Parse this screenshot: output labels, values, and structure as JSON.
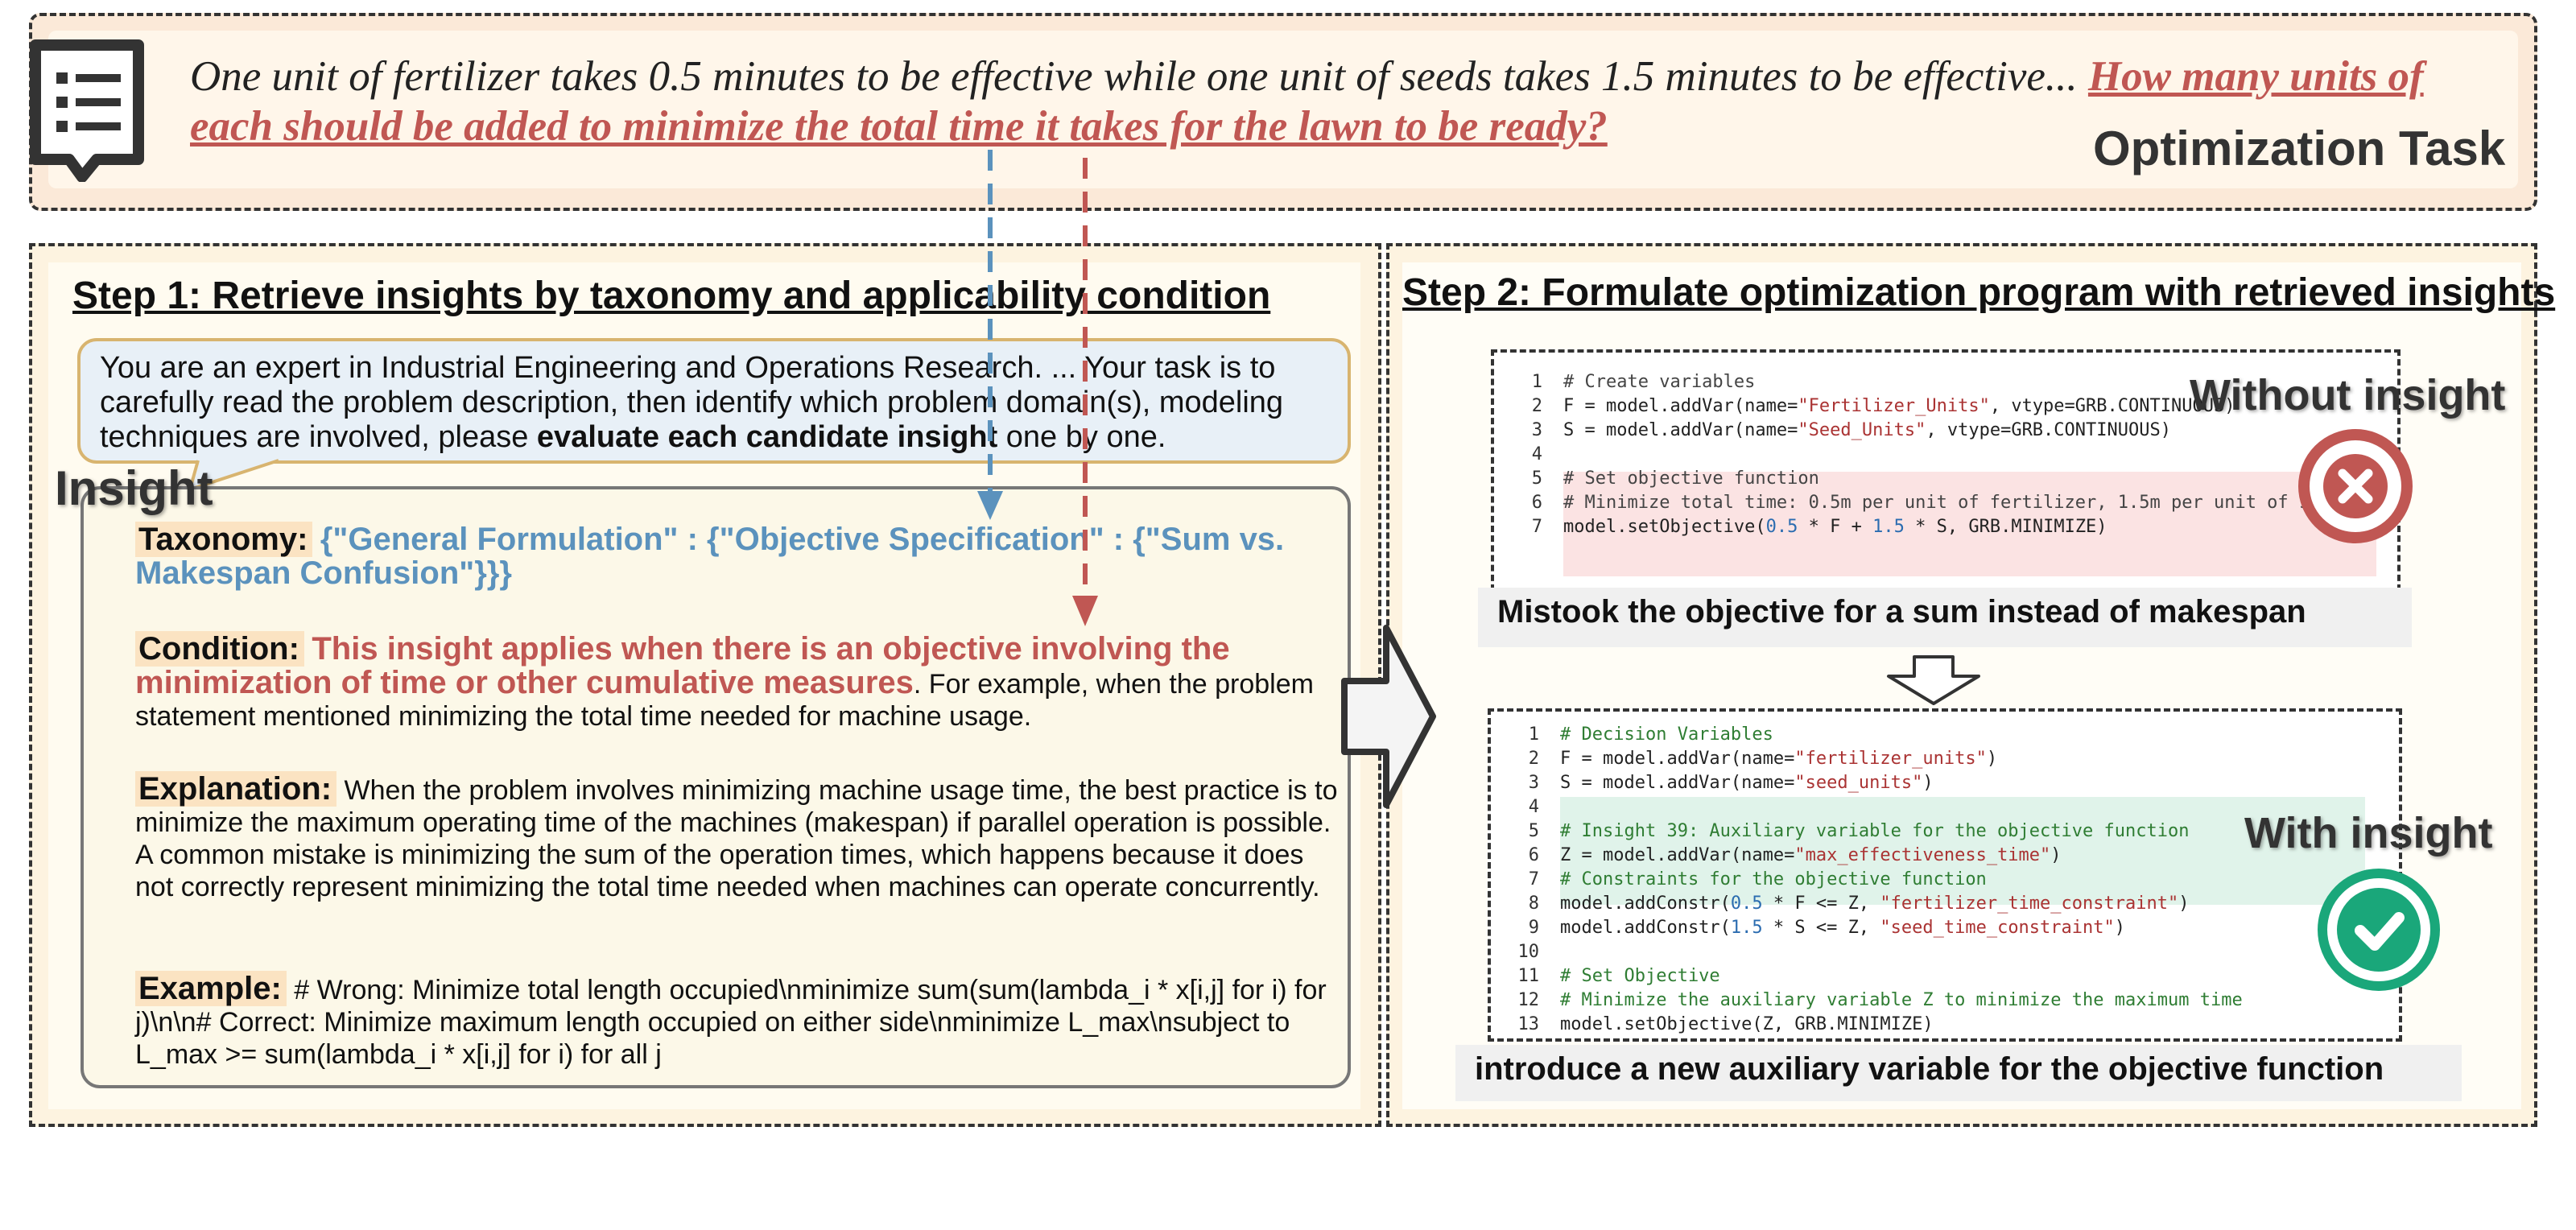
{
  "task": {
    "text": "One unit of fertilizer takes 0.5 minutes to be effective while one unit of seeds takes 1.5 minutes to be effective... ",
    "question": "How many units of each should be added to minimize the total time it takes for the lawn to be ready?",
    "title": "Optimization Task",
    "icon": "list-message-icon"
  },
  "step1": {
    "title": "Step 1: Retrieve insights by taxonomy and applicability condition",
    "prompt_pre": "You are an expert in Industrial Engineering and Operations Research. ... Your task is to carefully read the problem description, then identify which problem domain(s), modeling techniques are involved, please ",
    "prompt_bold": "evaluate each candidate insight",
    "prompt_post": " one by one.",
    "insight_label": "Insight",
    "taxonomy_key": "Taxonomy:",
    "taxonomy_value": "{\"General Formulation\" : {\"Objective Specification\" : {\"Sum vs. Makespan Confusion\"}}}",
    "condition_key": "Condition:",
    "condition_highlight": "This insight applies when there is an objective involving the minimization of time or other cumulative measures",
    "condition_rest": ". For example, when the problem statement mentioned minimizing the total time needed for machine usage.",
    "explanation_key": "Explanation:",
    "explanation_text": " When the problem involves minimizing machine usage time, the best practice is to minimize the maximum operating time of the machines (makespan) if parallel operation is possible. A common mistake is minimizing the sum of the operation times, which happens because it does not correctly represent minimizing the total time needed when machines can operate concurrently.",
    "example_key": "Example:",
    "example_text": " # Wrong: Minimize total length occupied\\nminimize sum(sum(lambda_i * x[i,j] for i) for j)\\n\\n# Correct: Minimize maximum length occupied on either side\\nminimize L_max\\nsubject to L_max >= sum(lambda_i * x[i,j] for i) for all j"
  },
  "step2": {
    "title": "Step 2: Formulate optimization program with retrieved insights",
    "without_label": "Without insight",
    "with_label": "With insight",
    "without_caption": "Mistook the objective for a sum instead of makespan",
    "with_caption": "introduce a new auxiliary variable for the objective function",
    "without_code": [
      {
        "n": "1",
        "t": "# Create variables"
      },
      {
        "n": "2",
        "t": "F = model.addVar(name=\"Fertilizer_Units\", vtype=GRB.CONTINUOUS)"
      },
      {
        "n": "3",
        "t": "S = model.addVar(name=\"Seed_Units\", vtype=GRB.CONTINUOUS)"
      },
      {
        "n": "4",
        "t": ""
      },
      {
        "n": "5",
        "t": "# Set objective function"
      },
      {
        "n": "6",
        "t": "# Minimize total time: 0.5m per unit of fertilizer, 1.5m per unit of see"
      },
      {
        "n": "7",
        "t": "model.setObjective(0.5 * F + 1.5 * S, GRB.MINIMIZE)"
      }
    ],
    "with_code": [
      {
        "n": "1",
        "t": "# Decision Variables"
      },
      {
        "n": "2",
        "t": "F = model.addVar(name=\"fertilizer_units\")"
      },
      {
        "n": "3",
        "t": "S = model.addVar(name=\"seed_units\")"
      },
      {
        "n": "4",
        "t": ""
      },
      {
        "n": "5",
        "t": "# Insight 39: Auxiliary variable for the objective function"
      },
      {
        "n": "6",
        "t": "Z = model.addVar(name=\"max_effectiveness_time\")"
      },
      {
        "n": "7",
        "t": "# Constraints for the objective function"
      },
      {
        "n": "8",
        "t": "model.addConstr(0.5 * F <= Z, \"fertilizer_time_constraint\")"
      },
      {
        "n": "9",
        "t": "model.addConstr(1.5 * S <= Z, \"seed_time_constraint\")"
      },
      {
        "n": "10",
        "t": ""
      },
      {
        "n": "11",
        "t": "# Set Objective"
      },
      {
        "n": "12",
        "t": "# Minimize the auxiliary variable Z to minimize the maximum time"
      },
      {
        "n": "13",
        "t": "model.setObjective(Z, GRB.MINIMIZE)"
      }
    ]
  },
  "colors": {
    "blue": "#5b92bd",
    "red": "#c05753",
    "green": "#1aa77a",
    "cross_red": "#c05753"
  }
}
